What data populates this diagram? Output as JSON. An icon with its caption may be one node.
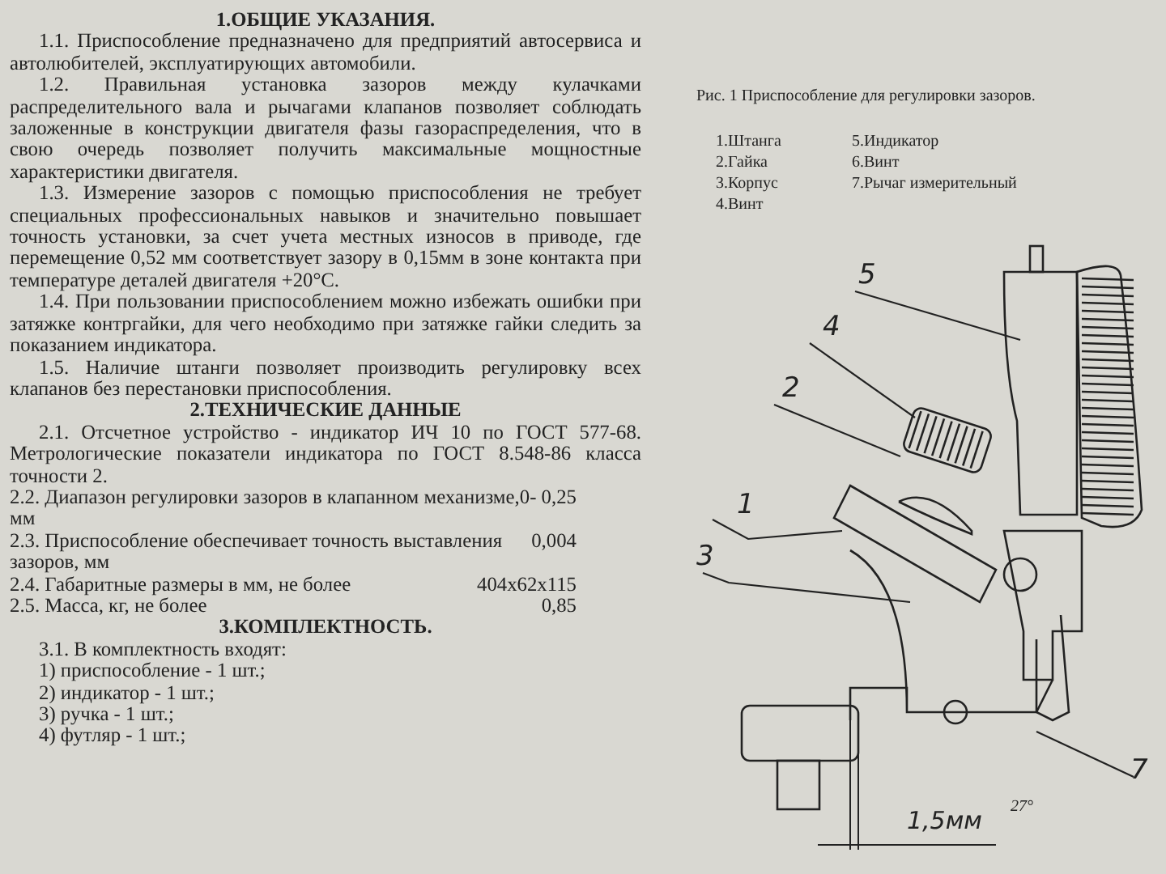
{
  "diagram": {
    "caption": "Рис. 1 Приспособление для регулировки зазоров.",
    "nodes": [
      {
        "text": [
          "5"
        ]
      },
      {
        "text": [
          "4"
        ]
      },
      {
        "text": [
          "2"
        ]
      },
      {
        "text": [
          "1"
        ]
      },
      {
        "text": [
          "3"
        ]
      },
      {
        "text": [
          "7"
        ]
      }
    ],
    "edges": [
      {
        "from": 0,
        "to": null,
        "arrow": "none"
      },
      {
        "from": 1,
        "to": null,
        "arrow": "none"
      },
      {
        "from": 2,
        "to": null,
        "arrow": "none"
      },
      {
        "from": 3,
        "to": null,
        "arrow": "none"
      },
      {
        "from": 4,
        "to": null,
        "arrow": "none"
      },
      {
        "from": 5,
        "to": null,
        "arrow": "none"
      }
    ],
    "labels": [
      "1.ОБЩИЕ УКАЗАНИЯ.",
      "1.1. Приспособление предназначено для предприятий автосервиса и автолюбителей, эксплуатирующих автомобили.",
      "1.2. Правильная установка зазоров между кулачками распределительного вала и рычагами клапанов позволяет соблюдать заложенные в конструкции двигателя фазы газораспределения, что в свою очередь позволяет получить максимальные мощностные характеристики двигателя.",
      "1.3. Измерение зазоров с помощью приспособления не требует специальных профессиональных навыков и значительно повышает точность установки, за счет учета местных износов в приводе, где перемещение 0,52 мм соответствует зазору в 0,15мм в зоне контакта при температуре деталей двигателя +20°С.",
      "1.4. При пользовании приспособлением можно избежать ошибки при затяжке контргайки, для чего необходимо при затяжке гайки следить за показанием индикатора.",
      "1.5. Наличие штанги позволяет производить регулировку всех клапанов без перестановки приспособления.",
      "2.ТЕХНИЧЕСКИЕ ДАННЫЕ",
      "2.1. Отсчетное устройство - индикатор ИЧ 10 по ГОСТ 577-68. Метрологические показатели индикатора по ГОСТ 8.548-86 класса точности 2.",
      "2.2. Диапазон регулировки зазоров в клапанном механизме, мм",
      "0- 0,25",
      "2.3. Приспособление обеспечивает точность выставления зазоров, мм",
      "0,004",
      "2.4. Габаритные размеры в мм, не более",
      "404x62x115",
      "2.5. Масса, кг, не более",
      "0,85",
      "3.КОМПЛЕКТНОСТЬ.",
      "3.1. В комплектность входят:",
      "1) приспособление - 1 шт.;",
      "2) индикатор - 1 шт.;",
      "3) ручка - 1 шт.;",
      "4) футляр - 1 шт.;",
      "1.Штанга",
      "2.Гайка",
      "3.Корпус",
      "4.Винт",
      "5.Индикатор",
      "6.Винт",
      "7.Рычаг измерительный",
      "1,5мм",
      "27°"
    ]
  }
}
